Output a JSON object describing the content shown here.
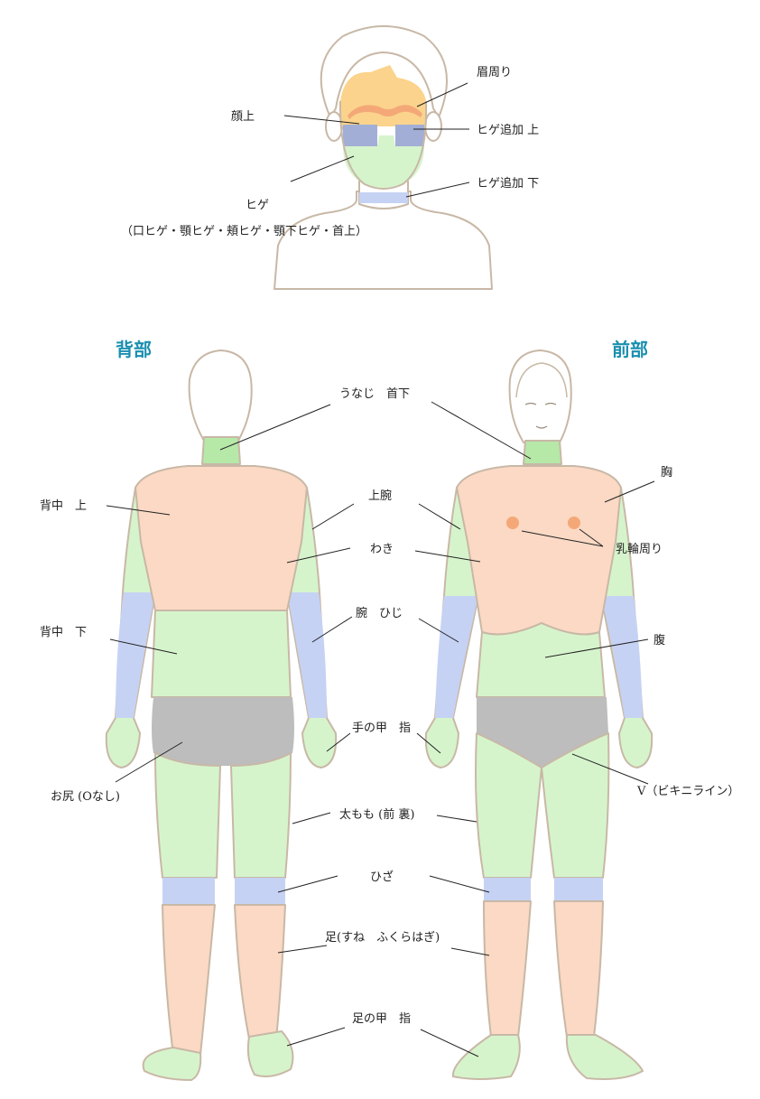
{
  "colors": {
    "skin": "#fbd9c4",
    "green": "#d6f4cc",
    "blue": "#c6d2f4",
    "gray": "#bdbdbd",
    "neck_green": "#b6e8a8",
    "hair_face": "#fbd38c",
    "brow": "#f4a878",
    "beard_upper": "#a2aed6",
    "heading": "#1a8fb0"
  },
  "headings": {
    "back": "背部",
    "front": "前部"
  },
  "labels": {
    "brow": "眉周り",
    "face_upper": "顔上",
    "beard_upper": "ヒゲ追加 上",
    "beard_lower": "ヒゲ追加 下",
    "beard": "ヒゲ",
    "beard_detail": "（口ヒゲ・顎ヒゲ・頬ヒゲ・顎下ヒゲ・首上）",
    "nape": "うなじ　首下",
    "chest": "胸",
    "back_upper": "背中　上",
    "upper_arm": "上腕",
    "areola": "乳輪周り",
    "armpit": "わき",
    "back_lower": "背中　下",
    "forearm": "腕　ひじ",
    "belly": "腹",
    "hand": "手の甲　指",
    "buttocks": "お尻 (Oなし)",
    "vline": "V（ビキニライン）",
    "thigh": "太もも (前 裏)",
    "knee": "ひざ",
    "leg": "足(すね　ふくらはぎ)",
    "foot": "足の甲　指"
  }
}
